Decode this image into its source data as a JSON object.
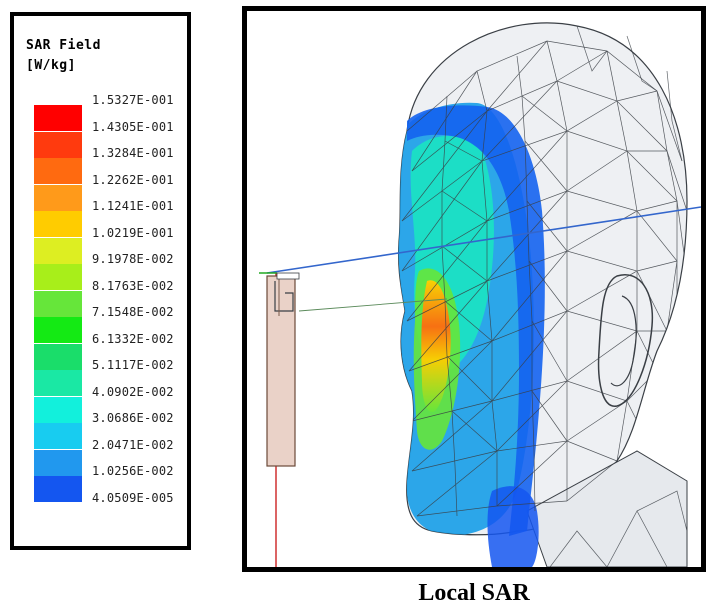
{
  "legend": {
    "title_line1": "SAR Field",
    "title_line2": "[W/kg]",
    "items": [
      {
        "value": "1.5327E-001",
        "color": "#ff0000"
      },
      {
        "value": "1.4305E-001",
        "color": "#ff3a0e"
      },
      {
        "value": "1.3284E-001",
        "color": "#ff6a10"
      },
      {
        "value": "1.2262E-001",
        "color": "#ff9a1a"
      },
      {
        "value": "1.1241E-001",
        "color": "#ffcc00"
      },
      {
        "value": "1.0219E-001",
        "color": "#ddee22"
      },
      {
        "value": "9.1978E-002",
        "color": "#a8ee1a"
      },
      {
        "value": "8.1763E-002",
        "color": "#66e63a"
      },
      {
        "value": "7.1548E-002",
        "color": "#14ea14"
      },
      {
        "value": "6.1332E-002",
        "color": "#1add6a"
      },
      {
        "value": "5.1117E-002",
        "color": "#1ae8a4"
      },
      {
        "value": "4.0902E-002",
        "color": "#12f0dc"
      },
      {
        "value": "3.0686E-002",
        "color": "#18ccf0"
      },
      {
        "value": "2.0471E-002",
        "color": "#2198ee"
      },
      {
        "value": "1.0256E-002",
        "color": "#1456f0"
      },
      {
        "value": "4.0509E-005",
        "color": "#0a14ff"
      }
    ]
  },
  "caption": "Local SAR",
  "colors": {
    "mesh": "#3a3f45",
    "head_fill": "#eef0f3",
    "axis_x": "#3366cc",
    "axis_y": "#cc2222",
    "antenna": "#ead2c8"
  }
}
